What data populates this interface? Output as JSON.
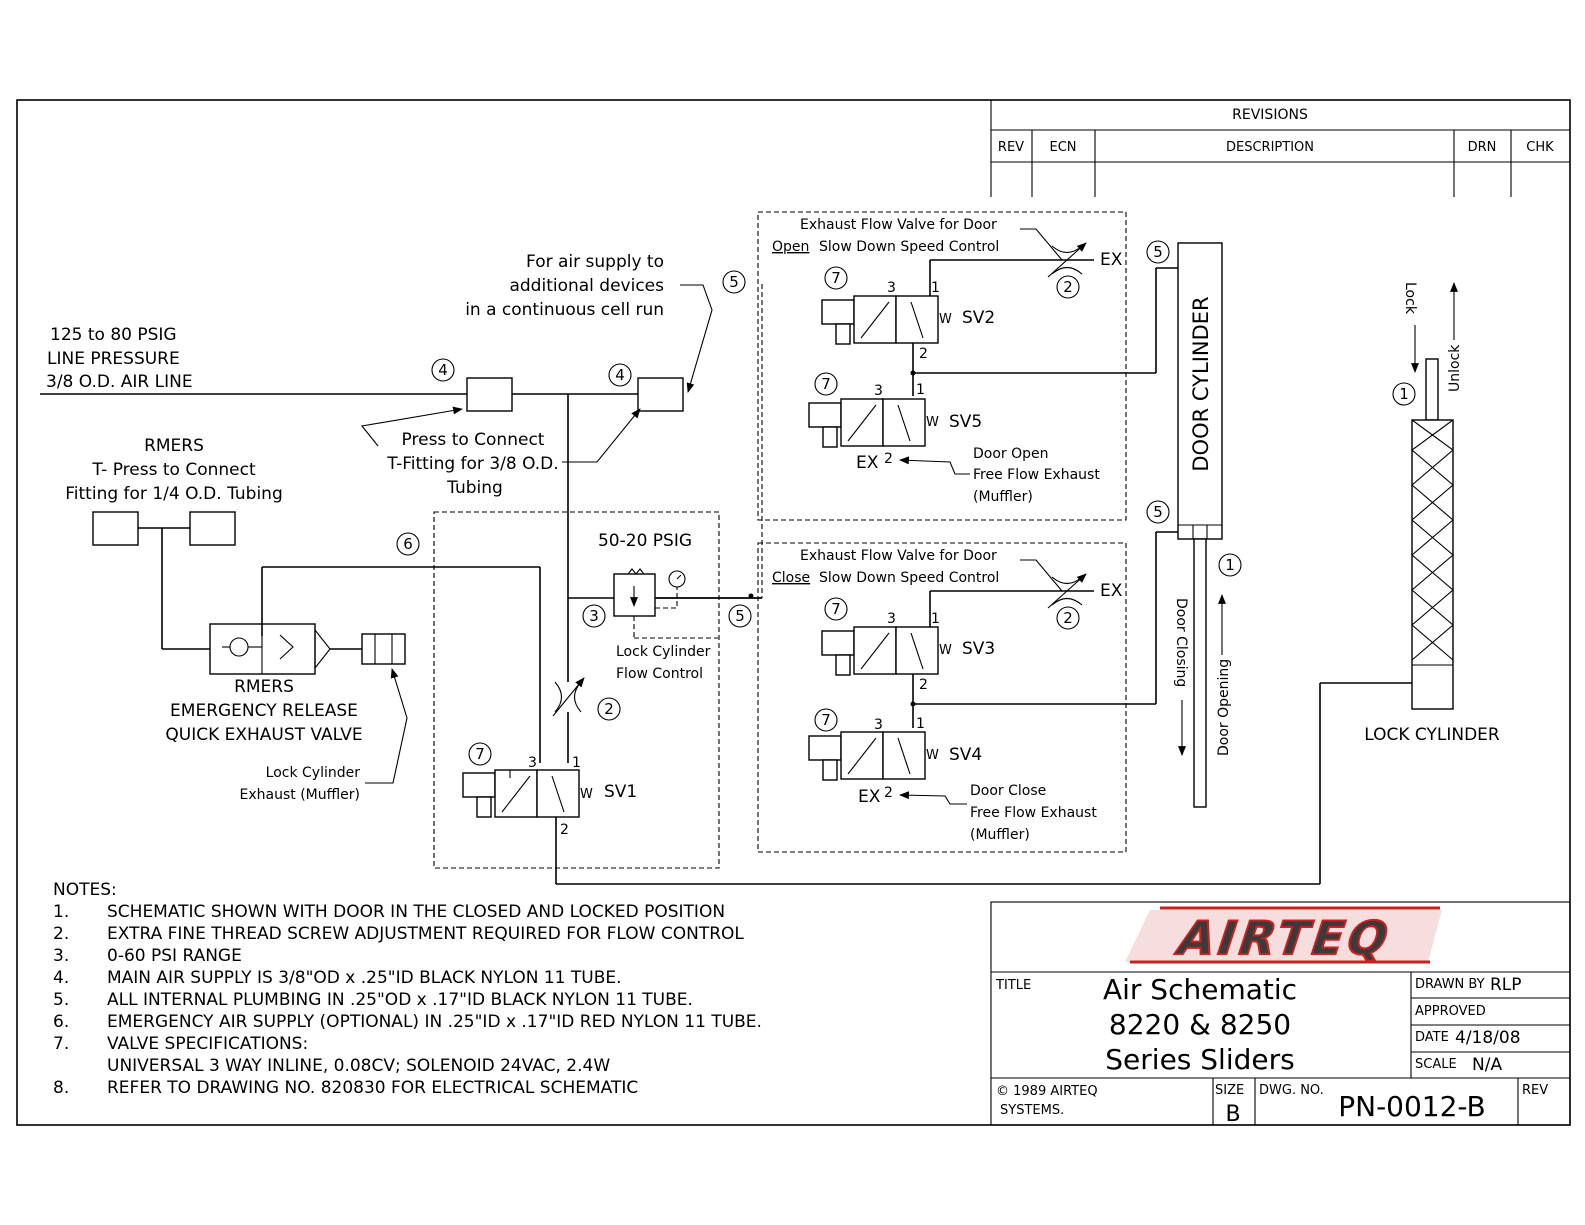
{
  "revisions": {
    "title": "REVISIONS",
    "columns": [
      "REV",
      "ECN",
      "DESCRIPTION",
      "DRN",
      "CHK"
    ]
  },
  "labels": {
    "line_pressure": [
      "125 to 80 PSIG",
      "LINE PRESSURE",
      "3/8 O.D. AIR LINE"
    ],
    "rmers_tee": [
      "RMERS",
      "T- Press to Connect",
      "Fitting for 1/4 O.D. Tubing"
    ],
    "air_supply": [
      "For air supply to",
      "additional devices",
      "in a continuous cell run"
    ],
    "press_connect": [
      "Press to Connect",
      "T-Fitting for 3/8 O.D.",
      "Tubing"
    ],
    "regulator": "50-20 PSIG",
    "lock_flow": [
      "Lock Cylinder",
      "Flow Control"
    ],
    "rmers_release": [
      "RMERS",
      "EMERGENCY RELEASE",
      "QUICK EXHAUST VALVE"
    ],
    "lock_exhaust": [
      "Lock Cylinder",
      "Exhaust (Muffler)"
    ],
    "open_flow": [
      "Exhaust Flow Valve for Door",
      "Open",
      "Slow Down Speed Control"
    ],
    "close_flow": [
      "Exhaust Flow Valve for Door",
      "Close",
      "Slow Down Speed Control"
    ],
    "door_open_exhaust": [
      "Door Open",
      "Free Flow Exhaust",
      "(Muffler)"
    ],
    "door_close_exhaust": [
      "Door Close",
      "Free Flow Exhaust",
      "(Muffler)"
    ],
    "door_cylinder": "DOOR CYLINDER",
    "door_closing": "Door Closing",
    "door_opening": "Door Opening",
    "lock": "Lock",
    "unlock": "Unlock",
    "lock_cylinder": "LOCK CYLINDER",
    "ex": "EX",
    "valves": {
      "sv1": "SV1",
      "sv2": "SV2",
      "sv3": "SV3",
      "sv4": "SV4",
      "sv5": "SV5"
    },
    "ports": {
      "p1": "1",
      "p2": "2",
      "p3": "3"
    },
    "callouts": {
      "c1": "1",
      "c2": "2",
      "c3": "3",
      "c4": "4",
      "c5": "5",
      "c6": "6",
      "c7": "7"
    }
  },
  "notes": {
    "heading": "NOTES:",
    "items": [
      {
        "n": "1.",
        "text": "SCHEMATIC SHOWN WITH DOOR IN THE CLOSED AND LOCKED POSITION"
      },
      {
        "n": "2.",
        "text": "EXTRA FINE THREAD SCREW ADJUSTMENT REQUIRED FOR FLOW CONTROL"
      },
      {
        "n": "3.",
        "text": "0-60 PSI RANGE"
      },
      {
        "n": "4.",
        "text": "MAIN AIR SUPPLY IS 3/8\"OD x .25\"ID BLACK NYLON 11 TUBE."
      },
      {
        "n": "5.",
        "text": "ALL INTERNAL PLUMBING IN .25\"OD x .17\"ID BLACK NYLON 11 TUBE."
      },
      {
        "n": "6.",
        "text": "EMERGENCY AIR SUPPLY (OPTIONAL) IN .25\"ID x .17\"ID RED NYLON 11 TUBE."
      },
      {
        "n": "7.",
        "text": "VALVE SPECIFICATIONS:"
      },
      {
        "n": "",
        "text": "UNIVERSAL 3 WAY INLINE, 0.08CV; SOLENOID 24VAC, 2.4W"
      },
      {
        "n": "8.",
        "text": "REFER TO DRAWING NO. 820830 FOR ELECTRICAL SCHEMATIC"
      }
    ]
  },
  "title_block": {
    "logo": "AIRTEQ",
    "title_label": "TITLE",
    "title_lines": [
      "Air Schematic",
      "8220 & 8250",
      "Series Sliders"
    ],
    "drawn_by_label": "DRAWN BY",
    "drawn_by": "RLP",
    "approved_label": "APPROVED",
    "date_label": "DATE",
    "date": "4/18/08",
    "scale_label": "SCALE",
    "scale": "N/A",
    "copyright": "© 1989 AIRTEQ",
    "copyright2": "SYSTEMS.",
    "size_label": "SIZE",
    "size": "B",
    "dwg_label": "DWG. NO.",
    "dwg_no": "PN-0012-B",
    "rev_label": "REV"
  },
  "colors": {
    "line": "#000000",
    "logo_red": "#cc1f1f",
    "logo_dark": "#3a3a3a"
  }
}
